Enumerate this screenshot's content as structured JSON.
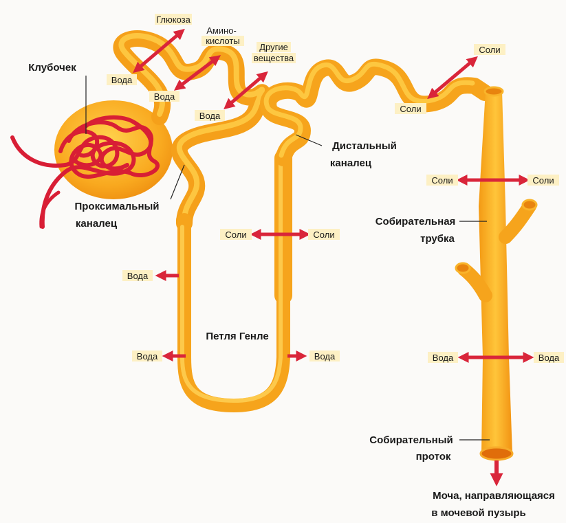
{
  "labels": {
    "glomerulus": "Клубочек",
    "proximal_1": "Проксимальный",
    "proximal_2": "каналец",
    "distal_1": "Дистальный",
    "distal_2": "каналец",
    "loop": "Петля Генле",
    "collecting_tube_1": "Собирательная",
    "collecting_tube_2": "трубка",
    "collecting_duct_1": "Собирательный",
    "collecting_duct_2": "проток",
    "urine_1": "Моча, направляющаяся",
    "urine_2": "в мочевой пузырь"
  },
  "substances": {
    "glucose": "Глюкоза",
    "amino_1": "Амино-",
    "amino_2": "кислоты",
    "other_1": "Другие",
    "other_2": "вещества",
    "water": "Вода",
    "salt": "Соли"
  },
  "colors": {
    "tubule": "#f7a51c",
    "tubule_light": "#ffcf4a",
    "capillary": "#d81e35",
    "arrow": "#d9253a",
    "tag_bg": "#fdf0c4"
  }
}
